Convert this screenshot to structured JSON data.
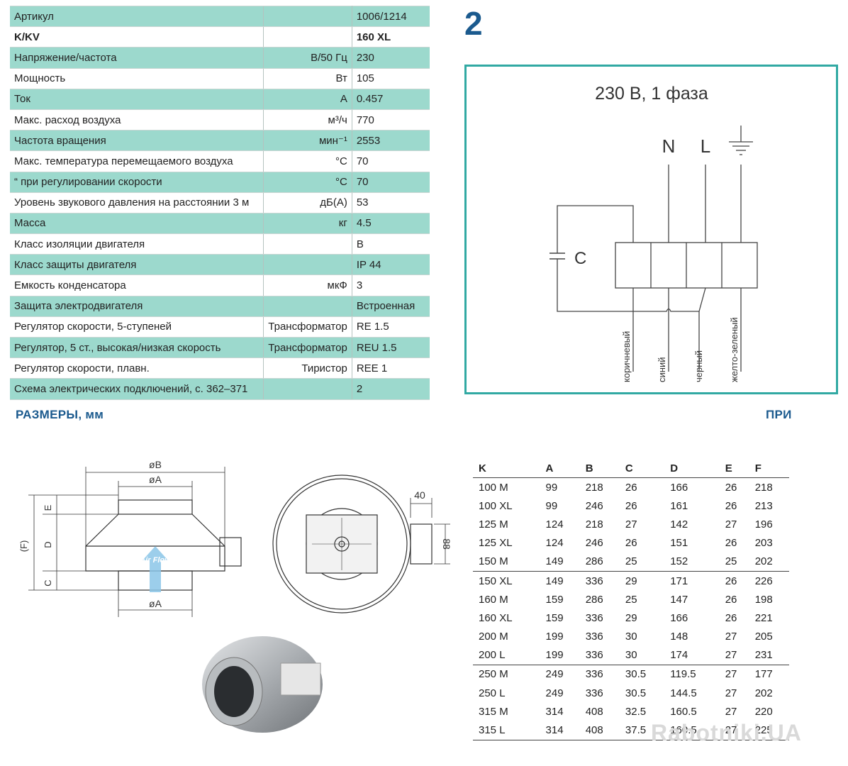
{
  "spec": {
    "rows": [
      {
        "label": "Артикул",
        "unit": "",
        "value": "1006/1214",
        "alt": true,
        "bold": false
      },
      {
        "label": "K/KV",
        "unit": "",
        "value": "160 XL",
        "alt": false,
        "bold": true
      },
      {
        "label": "Напряжение/частота",
        "unit": "В/50 Гц",
        "value": "230",
        "alt": true,
        "bold": false
      },
      {
        "label": "Мощность",
        "unit": "Вт",
        "value": "105",
        "alt": false,
        "bold": false
      },
      {
        "label": "Ток",
        "unit": "А",
        "value": "0.457",
        "alt": true,
        "bold": false
      },
      {
        "label": "Макс. расход воздуха",
        "unit": "м³/ч",
        "value": "770",
        "alt": false,
        "bold": false
      },
      {
        "label": "Частота вращения",
        "unit": "мин⁻¹",
        "value": "2553",
        "alt": true,
        "bold": false
      },
      {
        "label": "Макс. температура перемещаемого воздуха",
        "unit": "°С",
        "value": "70",
        "alt": false,
        "bold": false
      },
      {
        "label": "“ при регулировании скорости",
        "unit": "°С",
        "value": "70",
        "alt": true,
        "bold": false
      },
      {
        "label": "Уровень звукового давления на расстоянии 3 м",
        "unit": "дБ(А)",
        "value": "53",
        "alt": false,
        "bold": false
      },
      {
        "label": "Масса",
        "unit": "кг",
        "value": "4.5",
        "alt": true,
        "bold": false
      },
      {
        "label": "Класс изоляции двигателя",
        "unit": "",
        "value": "B",
        "alt": false,
        "bold": false
      },
      {
        "label": "Класс защиты двигателя",
        "unit": "",
        "value": "IP 44",
        "alt": true,
        "bold": false
      },
      {
        "label": "Емкость конденсатора",
        "unit": "мкФ",
        "value": "3",
        "alt": false,
        "bold": false
      },
      {
        "label": "Защита электродвигателя",
        "unit": "",
        "value": "Встроенная",
        "alt": true,
        "bold": false
      },
      {
        "label": "Регулятор скорости, 5-ступеней",
        "unit": "Трансформатор",
        "value": "RE 1.5",
        "alt": false,
        "bold": false
      },
      {
        "label": "Регулятор, 5 ст., высокая/низкая скорость",
        "unit": "Трансформатор",
        "value": "REU 1.5",
        "alt": true,
        "bold": false
      },
      {
        "label": "Регулятор скорости, плавн.",
        "unit": "Тиристор",
        "value": "REE 1",
        "alt": false,
        "bold": false
      },
      {
        "label": "Схема электрических подключений, с. 362–371",
        "unit": "",
        "value": "2",
        "alt": true,
        "bold": false
      }
    ]
  },
  "diagram_number": "2",
  "wiring": {
    "title": "230 В, 1 фаза",
    "terminal_n": "N",
    "terminal_l": "L",
    "capacitor": "C",
    "wires": [
      "коричневый",
      "синий",
      "черный",
      "желто-зеленый"
    ]
  },
  "sections": {
    "dimensions_title": "РАЗМЕРЫ, мм",
    "accessories_title": "ПРИ"
  },
  "drawing_labels": {
    "dia_b": "øB",
    "dia_a_top": "øA",
    "dia_a_bottom": "øA",
    "e": "E",
    "d": "D",
    "c": "C",
    "f": "(F)",
    "airflow": "Air Flow",
    "dim_40": "40",
    "dim_88": "88"
  },
  "dims": {
    "headers": [
      "K",
      "A",
      "B",
      "C",
      "D",
      "E",
      "F"
    ],
    "rows": [
      {
        "cells": [
          "100 M",
          "99",
          "218",
          "26",
          "166",
          "26",
          "218"
        ],
        "grp": false
      },
      {
        "cells": [
          "100 XL",
          "99",
          "246",
          "26",
          "161",
          "26",
          "213"
        ],
        "grp": false
      },
      {
        "cells": [
          "125 M",
          "124",
          "218",
          "27",
          "142",
          "27",
          "196"
        ],
        "grp": false
      },
      {
        "cells": [
          "125 XL",
          "124",
          "246",
          "26",
          "151",
          "26",
          "203"
        ],
        "grp": false
      },
      {
        "cells": [
          "150 M",
          "149",
          "286",
          "25",
          "152",
          "25",
          "202"
        ],
        "grp": false
      },
      {
        "cells": [
          "150 XL",
          "149",
          "336",
          "29",
          "171",
          "26",
          "226"
        ],
        "grp": true
      },
      {
        "cells": [
          "160 M",
          "159",
          "286",
          "25",
          "147",
          "26",
          "198"
        ],
        "grp": false
      },
      {
        "cells": [
          "160 XL",
          "159",
          "336",
          "29",
          "166",
          "26",
          "221"
        ],
        "grp": false
      },
      {
        "cells": [
          "200 M",
          "199",
          "336",
          "30",
          "148",
          "27",
          "205"
        ],
        "grp": false
      },
      {
        "cells": [
          "200 L",
          "199",
          "336",
          "30",
          "174",
          "27",
          "231"
        ],
        "grp": false
      },
      {
        "cells": [
          "250 M",
          "249",
          "336",
          "30.5",
          "119.5",
          "27",
          "177"
        ],
        "grp": true
      },
      {
        "cells": [
          "250 L",
          "249",
          "336",
          "30.5",
          "144.5",
          "27",
          "202"
        ],
        "grp": false
      },
      {
        "cells": [
          "315 M",
          "314",
          "408",
          "32.5",
          "160.5",
          "27",
          "220"
        ],
        "grp": false
      },
      {
        "cells": [
          "315 L",
          "314",
          "408",
          "37.5",
          "160.5",
          "27",
          "225"
        ],
        "grp": false
      }
    ]
  },
  "watermark": "Rabotniki.UA",
  "colors": {
    "alt_row": "#9cd9cd",
    "heading": "#1b5a8e",
    "frame": "#31a9a3"
  }
}
